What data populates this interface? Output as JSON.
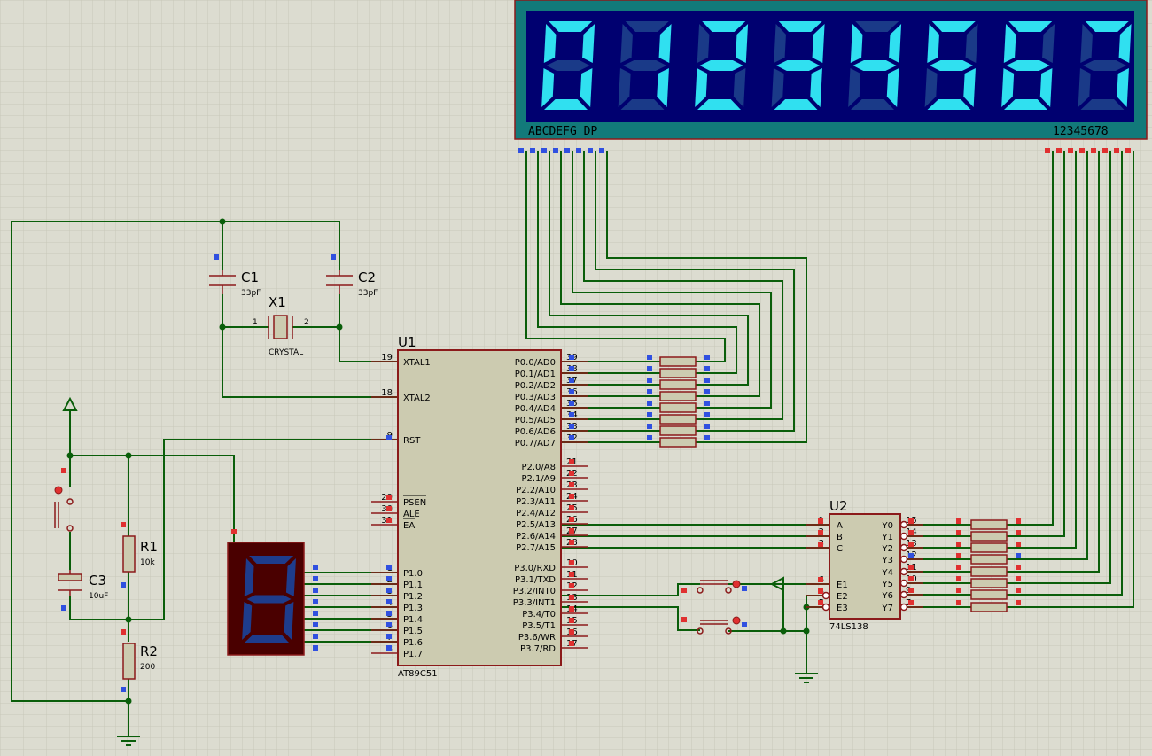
{
  "display": {
    "digits": [
      "0",
      "1",
      "2",
      "3",
      "4",
      "5",
      "6",
      "7"
    ],
    "seg_label": "ABCDEFG  DP",
    "com_label": "12345678",
    "lit_color": "#30e0f0",
    "dim_color": "#1a3a88",
    "bg_color": "#000070",
    "frame_color": "#127a7a"
  },
  "u1": {
    "ref": "U1",
    "part": "AT89C51",
    "left_pins": [
      {
        "n": "19",
        "name": "XTAL1"
      },
      {
        "n": "18",
        "name": "XTAL2"
      },
      {
        "n": "9",
        "name": "RST"
      },
      {
        "n": "29",
        "name": "PSEN"
      },
      {
        "n": "30",
        "name": "ALE"
      },
      {
        "n": "31",
        "name": "EA"
      },
      {
        "n": "1",
        "name": "P1.0"
      },
      {
        "n": "2",
        "name": "P1.1"
      },
      {
        "n": "3",
        "name": "P1.2"
      },
      {
        "n": "4",
        "name": "P1.3"
      },
      {
        "n": "5",
        "name": "P1.4"
      },
      {
        "n": "6",
        "name": "P1.5"
      },
      {
        "n": "7",
        "name": "P1.6"
      },
      {
        "n": "8",
        "name": "P1.7"
      }
    ],
    "right_pins": [
      {
        "n": "39",
        "name": "P0.0/AD0"
      },
      {
        "n": "38",
        "name": "P0.1/AD1"
      },
      {
        "n": "37",
        "name": "P0.2/AD2"
      },
      {
        "n": "36",
        "name": "P0.3/AD3"
      },
      {
        "n": "35",
        "name": "P0.4/AD4"
      },
      {
        "n": "34",
        "name": "P0.5/AD5"
      },
      {
        "n": "33",
        "name": "P0.6/AD6"
      },
      {
        "n": "32",
        "name": "P0.7/AD7"
      },
      {
        "n": "21",
        "name": "P2.0/A8"
      },
      {
        "n": "22",
        "name": "P2.1/A9"
      },
      {
        "n": "23",
        "name": "P2.2/A10"
      },
      {
        "n": "24",
        "name": "P2.3/A11"
      },
      {
        "n": "25",
        "name": "P2.4/A12"
      },
      {
        "n": "26",
        "name": "P2.5/A13"
      },
      {
        "n": "27",
        "name": "P2.6/A14"
      },
      {
        "n": "28",
        "name": "P2.7/A15"
      },
      {
        "n": "10",
        "name": "P3.0/RXD"
      },
      {
        "n": "11",
        "name": "P3.1/TXD"
      },
      {
        "n": "12",
        "name": "P3.2/INT0"
      },
      {
        "n": "13",
        "name": "P3.3/INT1"
      },
      {
        "n": "14",
        "name": "P3.4/T0"
      },
      {
        "n": "15",
        "name": "P3.5/T1"
      },
      {
        "n": "16",
        "name": "P3.6/WR"
      },
      {
        "n": "17",
        "name": "P3.7/RD"
      }
    ]
  },
  "u2": {
    "ref": "U2",
    "part": "74LS138",
    "left_pins": [
      {
        "n": "1",
        "name": "A"
      },
      {
        "n": "2",
        "name": "B"
      },
      {
        "n": "3",
        "name": "C"
      },
      {
        "n": "6",
        "name": "E1"
      },
      {
        "n": "4",
        "name": "E2"
      },
      {
        "n": "5",
        "name": "E3"
      }
    ],
    "right_pins": [
      {
        "n": "15",
        "name": "Y0"
      },
      {
        "n": "14",
        "name": "Y1"
      },
      {
        "n": "13",
        "name": "Y2"
      },
      {
        "n": "12",
        "name": "Y3"
      },
      {
        "n": "11",
        "name": "Y4"
      },
      {
        "n": "10",
        "name": "Y5"
      },
      {
        "n": "9",
        "name": "Y6"
      },
      {
        "n": "7",
        "name": "Y7"
      }
    ]
  },
  "components": {
    "c1_ref": "C1",
    "c1_val": "33pF",
    "c2_ref": "C2",
    "c2_val": "33pF",
    "x1_ref": "X1",
    "x1_val": "CRYSTAL",
    "x1_pin1": "1",
    "x1_pin2": "2",
    "r1_ref": "R1",
    "r1_val": "10k",
    "r2_ref": "R2",
    "r2_val": "200",
    "c3_ref": "C3",
    "c3_val": "10uF"
  },
  "colors": {
    "wire": "#0a5e0a",
    "pin": "#8b1a1a",
    "body": "#cccbb0",
    "logic_high": "#e03030",
    "logic_low": "#3050e0",
    "grid": "#c4c4b4"
  },
  "small_segment_digit": "8"
}
